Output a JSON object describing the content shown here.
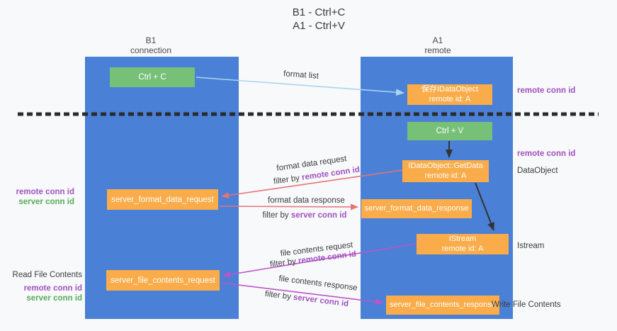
{
  "title": {
    "line1": "B1 - Ctrl+C",
    "line2": "A1 - Ctrl+V"
  },
  "columns": {
    "left": {
      "name": "B1",
      "role": "connection"
    },
    "right": {
      "name": "A1",
      "role": "remote"
    }
  },
  "boxes": {
    "ctrl_c": {
      "label": "Ctrl + C"
    },
    "save_dataobject": {
      "line1": "保存IDataObject",
      "line2": "remote id: A"
    },
    "ctrl_v": {
      "label": "Ctrl + V"
    },
    "getdata": {
      "line1": "IDataObject::GetData",
      "line2": "remote id: A"
    },
    "format_request": {
      "label": "server_format_data_request"
    },
    "format_response": {
      "label": "server_format_data_response"
    },
    "istream": {
      "line1": "IStream",
      "line2": "remote id: A"
    },
    "file_request": {
      "label": "server_file_contents_request"
    },
    "file_response": {
      "label": "server_file_contents_response"
    }
  },
  "arrow_labels": {
    "format_list": "format list",
    "format_request": {
      "title": "format data request",
      "filter_prefix": "filter by ",
      "filter_key": "remote conn id"
    },
    "format_response": {
      "title": "format data response",
      "filter_prefix": "filter by ",
      "filter_key": "server conn id"
    },
    "file_request": {
      "title": "file contents request",
      "filter_prefix": "filter by ",
      "filter_key": "remote conn id"
    },
    "file_response": {
      "title": "file contents response",
      "filter_prefix": "filter by ",
      "filter_key": "server conn id"
    }
  },
  "side_labels": {
    "right_top_conn": "remote conn id",
    "right_mid_conn": "remote conn id",
    "dataobject": "DataObject",
    "istream": "Istream",
    "write_file": "Write File Contents",
    "left_mid_remote": "remote conn id",
    "left_mid_server": "server conn id",
    "read_file": "Read File Contents",
    "left_bottom_remote": "remote conn id",
    "left_bottom_server": "server conn id"
  },
  "colors": {
    "column_blue": "#4a80d6",
    "box_green": "#76c077",
    "box_orange": "#f9ac49",
    "arrow_lightblue": "#aad4f0",
    "arrow_salmon": "#e5737a",
    "arrow_magenta": "#bf53c9",
    "arrow_black": "#333333",
    "text_purple": "#a052c0",
    "text_green": "#57ab57",
    "dashed_rule": "#2b2b2b"
  }
}
